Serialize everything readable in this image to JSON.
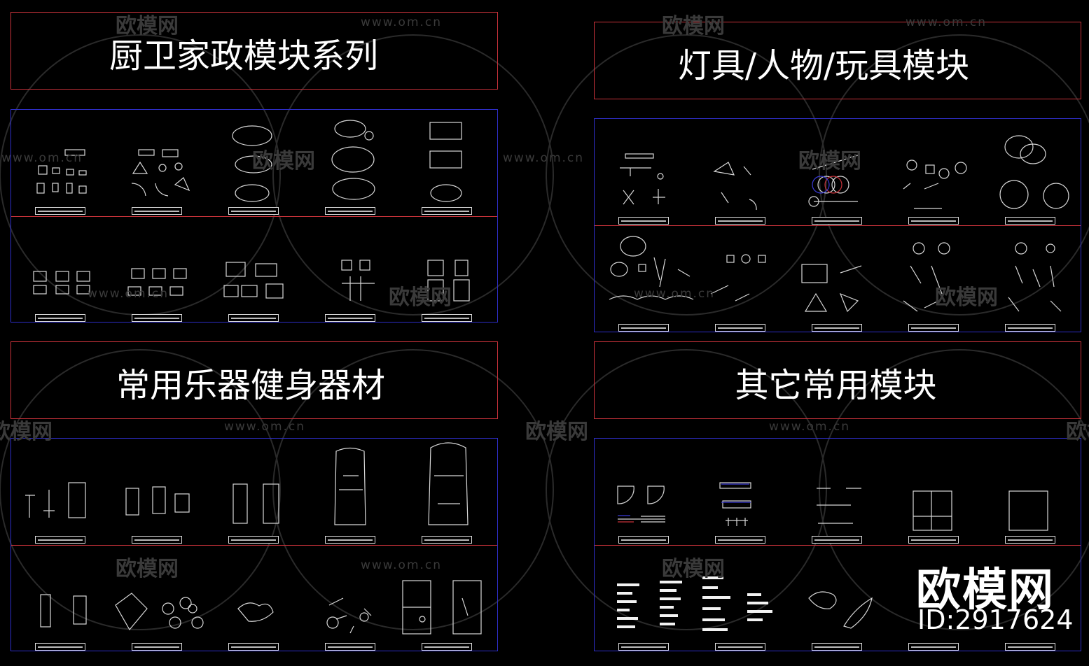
{
  "panels": [
    {
      "title": "厨卫家政模块系列"
    },
    {
      "title": "灯具/人物/玩具模块"
    },
    {
      "title": "常用乐器健身器材"
    },
    {
      "title": "其它常用模块"
    }
  ],
  "watermark": {
    "logo_text": "欧模网",
    "url_text": "www.om.cn"
  },
  "brand": {
    "name": "欧模网",
    "id": "ID:2917624"
  },
  "colors": {
    "background": "#000000",
    "title_border": "#c8323a",
    "grid_border": "#2e2ec8",
    "line_art": "#d8d8d8"
  }
}
